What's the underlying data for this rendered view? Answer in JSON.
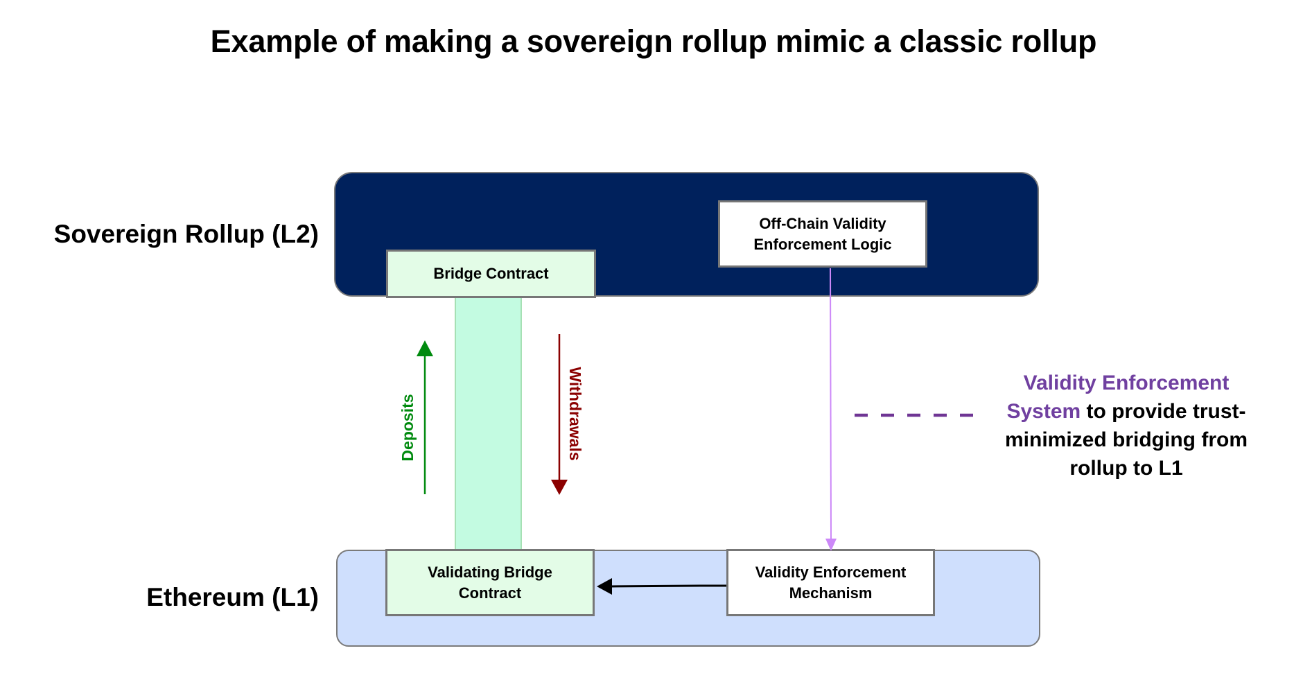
{
  "title": "Example of making a sovereign rollup mimic a classic rollup",
  "layers": {
    "l2": {
      "label": "Sovereign Rollup (L2)",
      "fill": "#00215C"
    },
    "l1": {
      "label": "Ethereum (L1)",
      "fill": "#CFDFFD"
    }
  },
  "nodes": {
    "bridge_contract": {
      "label": "Bridge Contract"
    },
    "offchain_logic": {
      "line1": "Off-Chain Validity",
      "line2": "Enforcement Logic"
    },
    "validating_bridge": {
      "line1": "Validating Bridge",
      "line2": "Contract"
    },
    "validity_mechanism": {
      "line1": "Validity Enforcement",
      "line2": "Mechanism"
    }
  },
  "flows": {
    "deposits": {
      "label": "Deposits",
      "direction": "up",
      "color": "#008A0E"
    },
    "withdrawals": {
      "label": "Withdrawals",
      "direction": "down",
      "color": "#8B0000"
    }
  },
  "connectors": {
    "offchain_to_mechanism": {
      "color": "#CC88F8"
    },
    "mechanism_to_bridge": {
      "color": "#000000"
    },
    "note_dash": {
      "color": "#6F3594"
    }
  },
  "note": {
    "highlight": "Validity Enforcement System",
    "highlight_line1": "Validity Enforcement",
    "highlight_line2": "System",
    "rest_line2": " to provide trust-",
    "line3": "minimized bridging from",
    "line4": "rollup to L1",
    "highlight_color": "#7040A0"
  }
}
